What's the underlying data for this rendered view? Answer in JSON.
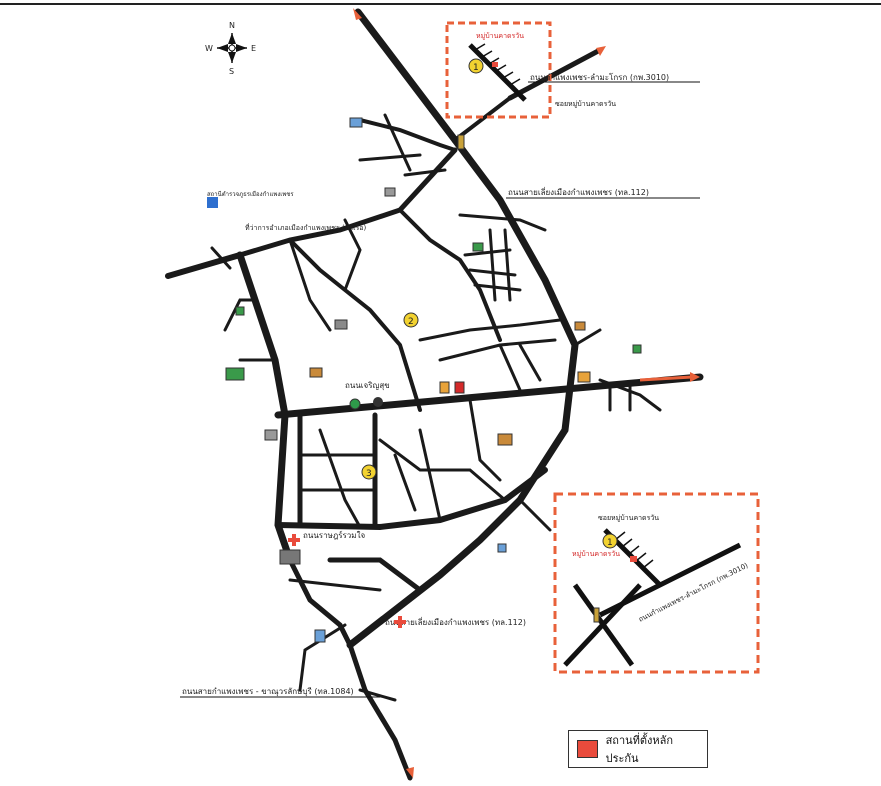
{
  "compass": {
    "n": "N",
    "s": "S",
    "e": "E",
    "w": "W"
  },
  "roads": {
    "kamphaeng_lam_mao_chang": "ถนนกำแพงเพชร-ลำมะโกรก (กพ.3010)",
    "bypass_top": "ถนนสายเลี่ยงเมืองกำแพงเพชร (ทล.112)",
    "bypass_bottom": "ถนนสายเลี่ยงเมืองกำแพงเพชร (ทล.112)",
    "charoen_suk": "ถนนเจริญสุข",
    "ratchadamri": "ถนนราษฎร์รวมใจ",
    "khanu_woralaksaburi": "ถนนสายกำแพงเพชร - ขาณุวรลักษบุรี (ทล.1084)",
    "inset_road": "ถนนกำแพงเพชร-ลำมะโกรก (กพ.3010)",
    "soi_village": "ซอยหมู่บ้านคาดรวัน",
    "inset_soi": "ซอยหมู่บ้านคาดรวัน"
  },
  "places": {
    "village_top": "หมู่บ้านคาดรวัน",
    "village_inset": "หมู่บ้านคาดรวัน",
    "station_police": "สถานีตำรวจภูธรเมืองกำแพงเพชร",
    "district_office": "ที่ว่าการอำเภอเมืองกำแพงเพชร (ท่าเรือ)",
    "marker_1": "1",
    "marker_2": "2",
    "marker_3": "3",
    "marker_inset": "1"
  },
  "legend": {
    "label": "สถานที่ตั้งหลักประกัน",
    "color": "#e94b3c"
  },
  "colors": {
    "road": "#1a1a1a",
    "dashed_box": "#e8613a",
    "marker": "#f2d230",
    "arrow": "#e8613a"
  }
}
